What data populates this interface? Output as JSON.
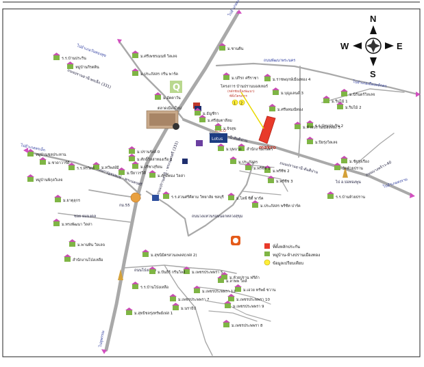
{
  "project": {
    "title": "โครงการ บ้านปรานบอสเทอร์",
    "subtitle": "(หลักชัยเมืองพัฒนา)",
    "location": "ที่ตั้งโครงการ",
    "marker1": "1",
    "marker2": "2"
  },
  "roads": {
    "north": "ถนนพัฒนาพระนคร",
    "northeast": "ไปอำเภอเมืองหลักคร",
    "northwest": "ไปอำเภอวันทองสุข",
    "west": "ไปอำเภอพรเล็ก",
    "south": "ไปสุพรรณ",
    "top": "ไปอำเภอแลนาน",
    "southeast": "ไปอำเภอสงราม"
  },
  "road_labels": {
    "east_main": "ถนนปรานธานี-สันติปาน",
    "east_main_2": "ถนนปรานธานี-สันติปาน",
    "highway": "ถนนปรานธานี - พระนครศรี (331)",
    "west_upper": "ถนนปรานธานี-พรเล็ก (331)",
    "west_mid": "ถนนกาญจนพงษ์ - พระนครศรี",
    "ring": "ถนนวงแหวนรอบนอกหลวงสุขุม",
    "soi": "ซอย ยมมงคล",
    "south_local": "ถนนโป่งเหลือ",
    "km": "กม.55",
    "se": "ถนนบางพร้าว-40",
    "se2": "ไป อ.บ่อทองพูน"
  },
  "landmarks": {
    "q": "Q",
    "market": "ตลาดเมืองใหม่",
    "tesco_top": "TESCO",
    "tesco": "Lotus",
    "makro": "makro"
  },
  "compass": {
    "n": "N",
    "s": "S",
    "e": "E",
    "w": "W"
  },
  "legend": {
    "plot": "ที่ตั้งหลักประกัน",
    "village": "หมู่บ้าน-ห้างปรานเมืองทอง",
    "info": "ข้อมูลเปรียบเทียบ"
  },
  "places": [
    {
      "label": "ม.ศรีเพชรเมนท์ วิลเลจ"
    },
    {
      "label": "ร.ร.บ้านประริน"
    },
    {
      "label": "หมู่บ้านกีรตติน"
    },
    {
      "label": "ม.ประภัสสร กรีน พาร์ค"
    },
    {
      "label": "ม.อัตตาวัน"
    },
    {
      "label": "ม.ชานคีน"
    },
    {
      "label": "ม.ปกีรก ศรีราชา"
    },
    {
      "label": "ม.ราชพฤกษ์เมืองทอง 4"
    },
    {
      "label": "ม.บุญแลนด์ 3"
    },
    {
      "label": "ม.ศรีษทมณีทอง"
    },
    {
      "label": "ม.ธัญชีรา"
    },
    {
      "label": "ม.ศรีสุ่มตาสีลม"
    },
    {
      "label": "ม.จิรสุข"
    },
    {
      "label": "ม.ริมไม้ 1"
    },
    {
      "label": "ม.ริมไม้ 2"
    },
    {
      "label": "ม.ห้วยปรานเมืองทอง 3"
    },
    {
      "label": "ม.ปิยรุ่งวิลเลจ"
    },
    {
      "label": "ม.ปรานรังค์ 0"
    },
    {
      "label": "ม.ศักดิ์วิลล่าทองเรือ 2"
    },
    {
      "label": "ม.ปรีชาสุริยน"
    },
    {
      "label": "ม.ปียาวรวีคี"
    },
    {
      "label": "ม.ศักดิ์ทอง วิลล่า"
    },
    {
      "label": "ม.ชาดาวาร์ดี"
    },
    {
      "label": "ร.ร.ทรวิตย์"
    },
    {
      "label": "ม.ทวีพงษ์มี"
    },
    {
      "label": "หมู่บ้านชลประทาน"
    },
    {
      "label": "หมู่บ้านพิกุลวิเลจ"
    },
    {
      "label": "ร.ร.สวนศรีคีตาม วิทยาลัย ชลบุรี"
    },
    {
      "label": "ม.บุษบาด"
    },
    {
      "label": "ม.ประภัสสร"
    },
    {
      "label": "ม.พรีซีช 1"
    },
    {
      "label": "ม.พรีซีช 2"
    },
    {
      "label": "ม.พรีซีช 3"
    },
    {
      "label": "ม.ไลฟ์ ซิตี้ พาร์ค"
    },
    {
      "label": "ม.ประภัสสร พรีซีท ปาร์ค"
    },
    {
      "label": "ม.ชัยรุ่งเรือง"
    },
    {
      "label": "วัดห้วยปราน"
    },
    {
      "label": "ร.ร.บ้านห้วยปราน"
    },
    {
      "label": "ม.ยาตุลุกร"
    },
    {
      "label": "ม.ทรงพัฒนา วิลล่า"
    },
    {
      "label": "ม.พานทิน วิลเลจ"
    },
    {
      "label": "สำนักงานโป่งเหลือ"
    },
    {
      "label": "ร.ร.บ้านโป่งเหลือ"
    },
    {
      "label": "ม.สุขนิมิตรสวนเพลส(เฟส 2)"
    },
    {
      "label": "ม.ปันธีร์ กรีนวิลล์"
    },
    {
      "label": "ม.เพชรประพพรา 5"
    },
    {
      "label": "ม.ลาพพ วิลล์"
    },
    {
      "label": "ม.ห้วยปราน ฟรีด้า"
    },
    {
      "label": "ม.สุทธิชลรุ่งทรัพย์เฟส 1"
    },
    {
      "label": "ม.เอวย ทรัพย์ ชวาน"
    },
    {
      "label": "ม.เพชรประพพรา 12"
    },
    {
      "label": "ม.เพชรประพพรา 10"
    },
    {
      "label": "ม.เพชรประพพรา 7"
    },
    {
      "label": "ม.เพชรประพพรา 9"
    },
    {
      "label": "ม.เพชรประพพรา 8"
    },
    {
      "label": "ม.นราธิป"
    },
    {
      "label": "ม.นิรันดร์วิลเลจ"
    },
    {
      "label": "ร.ร.บ้านประริน 2"
    },
    {
      "label": "สำนักงานเกษตร"
    }
  ]
}
